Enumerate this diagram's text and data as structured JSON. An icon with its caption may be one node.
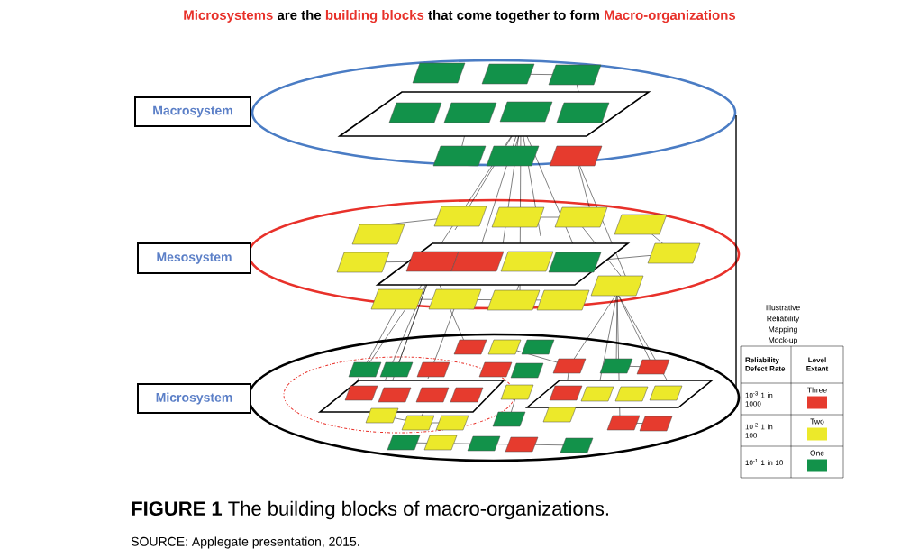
{
  "diagram": {
    "title": "**Microsystems** are the **building blocks** that come together to form **Macro-organizations**",
    "caption": "**FIGURE 1** The building blocks of macro-organizations.",
    "nodes": [
      {
        "text": [
          "Macrosystem"
        ]
      },
      {
        "text": [
          "Mesosystem"
        ]
      },
      {
        "text": [
          "Microsystem"
        ]
      }
    ],
    "edges": [],
    "labels": [
      "Illustrative Reliability Mapping Mock-up",
      "Reliability Defect Rate",
      "Level Extant",
      "10$^{-3}$ 1 in 1000",
      "10$^{-2}$ 1 in 100",
      "10$^{-1}$ 1 in 10",
      "SOURCE: Applegate presentation, 2015."
    ],
    "legend": [
      {
        "text": "Three",
        "color": "#e63b2e"
      },
      {
        "text": "Two",
        "color": "#ece92a"
      },
      {
        "text": "One",
        "color": "#12924a"
      }
    ]
  }
}
